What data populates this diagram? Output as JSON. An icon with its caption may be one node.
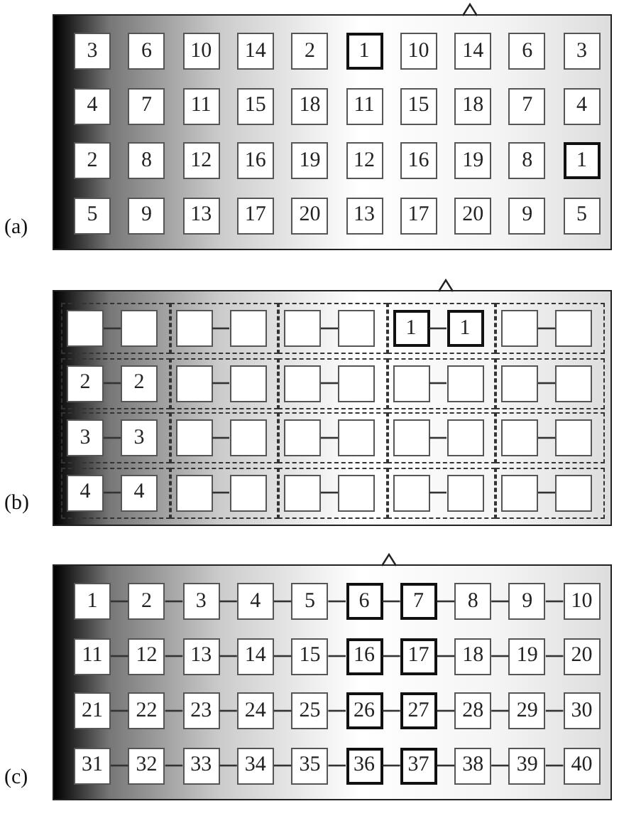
{
  "diagram": {
    "nodes": [
      {
        "text": [],
        "shape": "box",
        "beside": [
          "(a)"
        ]
      },
      {
        "text": [
          "3"
        ],
        "in": 0
      },
      {
        "text": [
          "6"
        ],
        "in": 0
      },
      {
        "text": [
          "10"
        ],
        "in": 0
      },
      {
        "text": [
          "14"
        ],
        "in": 0
      },
      {
        "text": [
          "2"
        ],
        "in": 0
      },
      {
        "text": [
          "1"
        ],
        "in": 0
      },
      {
        "text": [
          "10"
        ],
        "in": 0
      },
      {
        "text": [
          "14"
        ],
        "in": 0
      },
      {
        "text": [
          "6"
        ],
        "in": 0
      },
      {
        "text": [
          "3"
        ],
        "in": 0
      },
      {
        "text": [
          "4"
        ],
        "in": 0
      },
      {
        "text": [
          "7"
        ],
        "in": 0
      },
      {
        "text": [
          "11"
        ],
        "in": 0
      },
      {
        "text": [
          "15"
        ],
        "in": 0
      },
      {
        "text": [
          "18"
        ],
        "in": 0
      },
      {
        "text": [
          "11"
        ],
        "in": 0
      },
      {
        "text": [
          "15"
        ],
        "in": 0
      },
      {
        "text": [
          "18"
        ],
        "in": 0
      },
      {
        "text": [
          "7"
        ],
        "in": 0
      },
      {
        "text": [
          "4"
        ],
        "in": 0
      },
      {
        "text": [
          "2"
        ],
        "in": 0
      },
      {
        "text": [
          "8"
        ],
        "in": 0
      },
      {
        "text": [
          "12"
        ],
        "in": 0
      },
      {
        "text": [
          "16"
        ],
        "in": 0
      },
      {
        "text": [
          "19"
        ],
        "in": 0
      },
      {
        "text": [
          "12"
        ],
        "in": 0
      },
      {
        "text": [
          "16"
        ],
        "in": 0
      },
      {
        "text": [
          "19"
        ],
        "in": 0
      },
      {
        "text": [
          "8"
        ],
        "in": 0
      },
      {
        "text": [
          "1"
        ],
        "in": 0
      },
      {
        "text": [
          "5"
        ],
        "in": 0
      },
      {
        "text": [
          "9"
        ],
        "in": 0
      },
      {
        "text": [
          "13"
        ],
        "in": 0
      },
      {
        "text": [
          "17"
        ],
        "in": 0
      },
      {
        "text": [
          "20"
        ],
        "in": 0
      },
      {
        "text": [
          "13"
        ],
        "in": 0
      },
      {
        "text": [
          "17"
        ],
        "in": 0
      },
      {
        "text": [
          "20"
        ],
        "in": 0
      },
      {
        "text": [
          "9"
        ],
        "in": 0
      },
      {
        "text": [
          "5"
        ],
        "in": 0
      },
      {
        "text": [],
        "shape": "box",
        "beside": [
          "(b)"
        ]
      },
      {
        "text": [],
        "shape": "box",
        "in": 41
      },
      {
        "text": [],
        "shape": "box",
        "in": 42
      },
      {
        "text": [],
        "shape": "box",
        "in": 42
      },
      {
        "text": [],
        "shape": "box",
        "in": 41
      },
      {
        "text": [],
        "shape": "box",
        "in": 45
      },
      {
        "text": [],
        "shape": "box",
        "in": 45
      },
      {
        "text": [],
        "shape": "box",
        "in": 41
      },
      {
        "text": [],
        "shape": "box",
        "in": 48
      },
      {
        "text": [],
        "shape": "box",
        "in": 48
      },
      {
        "text": [],
        "shape": "box",
        "in": 41
      },
      {
        "text": [
          "1"
        ],
        "in": 51
      },
      {
        "text": [
          "1"
        ],
        "in": 51
      },
      {
        "text": [],
        "shape": "box",
        "in": 41
      },
      {
        "text": [],
        "shape": "box",
        "in": 54
      },
      {
        "text": [],
        "shape": "box",
        "in": 54
      },
      {
        "text": [],
        "shape": "box",
        "in": 41
      },
      {
        "text": [
          "2"
        ],
        "in": 57
      },
      {
        "text": [
          "2"
        ],
        "in": 57
      },
      {
        "text": [],
        "shape": "box",
        "in": 41
      },
      {
        "text": [],
        "shape": "box",
        "in": 60
      },
      {
        "text": [],
        "shape": "box",
        "in": 60
      },
      {
        "text": [],
        "shape": "box",
        "in": 41
      },
      {
        "text": [],
        "shape": "box",
        "in": 63
      },
      {
        "text": [],
        "shape": "box",
        "in": 63
      },
      {
        "text": [],
        "shape": "box",
        "in": 41
      },
      {
        "text": [],
        "shape": "box",
        "in": 66
      },
      {
        "text": [],
        "shape": "box",
        "in": 66
      },
      {
        "text": [],
        "shape": "box",
        "in": 41
      },
      {
        "text": [],
        "shape": "box",
        "in": 69
      },
      {
        "text": [],
        "shape": "box",
        "in": 69
      },
      {
        "text": [],
        "shape": "box",
        "in": 41
      },
      {
        "text": [
          "3"
        ],
        "in": 72
      },
      {
        "text": [
          "3"
        ],
        "in": 72
      },
      {
        "text": [],
        "shape": "box",
        "in": 41
      },
      {
        "text": [],
        "shape": "box",
        "in": 75
      },
      {
        "text": [],
        "shape": "box",
        "in": 75
      },
      {
        "text": [],
        "shape": "box",
        "in": 41
      },
      {
        "text": [],
        "shape": "box",
        "in": 78
      },
      {
        "text": [],
        "shape": "box",
        "in": 78
      },
      {
        "text": [],
        "shape": "box",
        "in": 41
      },
      {
        "text": [],
        "shape": "box",
        "in": 81
      },
      {
        "text": [],
        "shape": "box",
        "in": 81
      },
      {
        "text": [],
        "shape": "box",
        "in": 41
      },
      {
        "text": [],
        "shape": "box",
        "in": 84
      },
      {
        "text": [],
        "shape": "box",
        "in": 84
      },
      {
        "text": [],
        "shape": "box",
        "in": 41
      },
      {
        "text": [
          "4"
        ],
        "in": 87
      },
      {
        "text": [
          "4"
        ],
        "in": 87
      },
      {
        "text": [],
        "shape": "box",
        "in": 41
      },
      {
        "text": [],
        "shape": "box",
        "in": 90
      },
      {
        "text": [],
        "shape": "box",
        "in": 90
      },
      {
        "text": [],
        "shape": "box",
        "in": 41
      },
      {
        "text": [],
        "shape": "box",
        "in": 93
      },
      {
        "text": [],
        "shape": "box",
        "in": 93
      },
      {
        "text": [],
        "shape": "box",
        "in": 41
      },
      {
        "text": [],
        "shape": "box",
        "in": 96
      },
      {
        "text": [],
        "shape": "box",
        "in": 96
      },
      {
        "text": [],
        "shape": "box",
        "in": 41
      },
      {
        "text": [],
        "shape": "box",
        "in": 99
      },
      {
        "text": [],
        "shape": "box",
        "in": 99
      },
      {
        "text": [],
        "shape": "box",
        "beside": [
          "(c)"
        ]
      },
      {
        "text": [
          "1"
        ],
        "in": 102
      },
      {
        "text": [
          "2"
        ],
        "in": 102
      },
      {
        "text": [
          "3"
        ],
        "in": 102
      },
      {
        "text": [
          "4"
        ],
        "in": 102
      },
      {
        "text": [
          "5"
        ],
        "in": 102
      },
      {
        "text": [
          "6"
        ],
        "in": 102
      },
      {
        "text": [
          "7"
        ],
        "in": 102
      },
      {
        "text": [
          "8"
        ],
        "in": 102
      },
      {
        "text": [
          "9"
        ],
        "in": 102
      },
      {
        "text": [
          "10"
        ],
        "in": 102
      },
      {
        "text": [
          "11"
        ],
        "in": 102
      },
      {
        "text": [
          "12"
        ],
        "in": 102
      },
      {
        "text": [
          "13"
        ],
        "in": 102
      },
      {
        "text": [
          "14"
        ],
        "in": 102
      },
      {
        "text": [
          "15"
        ],
        "in": 102
      },
      {
        "text": [
          "16"
        ],
        "in": 102
      },
      {
        "text": [
          "17"
        ],
        "in": 102
      },
      {
        "text": [
          "18"
        ],
        "in": 102
      },
      {
        "text": [
          "19"
        ],
        "in": 102
      },
      {
        "text": [
          "20"
        ],
        "in": 102
      },
      {
        "text": [
          "21"
        ],
        "in": 102
      },
      {
        "text": [
          "22"
        ],
        "in": 102
      },
      {
        "text": [
          "23"
        ],
        "in": 102
      },
      {
        "text": [
          "24"
        ],
        "in": 102
      },
      {
        "text": [
          "25"
        ],
        "in": 102
      },
      {
        "text": [
          "26"
        ],
        "in": 102
      },
      {
        "text": [
          "27"
        ],
        "in": 102
      },
      {
        "text": [
          "28"
        ],
        "in": 102
      },
      {
        "text": [
          "29"
        ],
        "in": 102
      },
      {
        "text": [
          "30"
        ],
        "in": 102
      },
      {
        "text": [
          "31"
        ],
        "in": 102
      },
      {
        "text": [
          "32"
        ],
        "in": 102
      },
      {
        "text": [
          "33"
        ],
        "in": 102
      },
      {
        "text": [
          "34"
        ],
        "in": 102
      },
      {
        "text": [
          "35"
        ],
        "in": 102
      },
      {
        "text": [
          "36"
        ],
        "in": 102
      },
      {
        "text": [
          "37"
        ],
        "in": 102
      },
      {
        "text": [
          "38"
        ],
        "in": 102
      },
      {
        "text": [
          "39"
        ],
        "in": 102
      },
      {
        "text": [
          "40"
        ],
        "in": 102
      }
    ],
    "edges": [
      {
        "from": 43,
        "to": 44,
        "arrow": "none"
      },
      {
        "from": 46,
        "to": 47,
        "arrow": "none"
      },
      {
        "from": 49,
        "to": 50,
        "arrow": "none"
      },
      {
        "from": 52,
        "to": 53,
        "arrow": "none"
      },
      {
        "from": 55,
        "to": 56,
        "arrow": "none"
      },
      {
        "from": 58,
        "to": 59,
        "arrow": "none"
      },
      {
        "from": 61,
        "to": 62,
        "arrow": "none"
      },
      {
        "from": 64,
        "to": 65,
        "arrow": "none"
      },
      {
        "from": 67,
        "to": 68,
        "arrow": "none"
      },
      {
        "from": 70,
        "to": 71,
        "arrow": "none"
      },
      {
        "from": 73,
        "to": 74,
        "arrow": "none"
      },
      {
        "from": 76,
        "to": 77,
        "arrow": "none"
      },
      {
        "from": 79,
        "to": 80,
        "arrow": "none"
      },
      {
        "from": 82,
        "to": 83,
        "arrow": "none"
      },
      {
        "from": 85,
        "to": 86,
        "arrow": "none"
      },
      {
        "from": 88,
        "to": 89,
        "arrow": "none"
      },
      {
        "from": 91,
        "to": 92,
        "arrow": "none"
      },
      {
        "from": 94,
        "to": 95,
        "arrow": "none"
      },
      {
        "from": 97,
        "to": 98,
        "arrow": "none"
      },
      {
        "from": 100,
        "to": 101,
        "arrow": "none"
      },
      {
        "from": 103,
        "to": 104,
        "arrow": "none"
      },
      {
        "from": 104,
        "to": 105,
        "arrow": "none"
      },
      {
        "from": 105,
        "to": 106,
        "arrow": "none"
      },
      {
        "from": 106,
        "to": 107,
        "arrow": "none"
      },
      {
        "from": 107,
        "to": 108,
        "arrow": "none"
      },
      {
        "from": 108,
        "to": 109,
        "arrow": "none"
      },
      {
        "from": 109,
        "to": 110,
        "arrow": "none"
      },
      {
        "from": 110,
        "to": 111,
        "arrow": "none"
      },
      {
        "from": 111,
        "to": 112,
        "arrow": "none"
      },
      {
        "from": 113,
        "to": 114,
        "arrow": "none"
      },
      {
        "from": 114,
        "to": 115,
        "arrow": "none"
      },
      {
        "from": 115,
        "to": 116,
        "arrow": "none"
      },
      {
        "from": 116,
        "to": 117,
        "arrow": "none"
      },
      {
        "from": 117,
        "to": 118,
        "arrow": "none"
      },
      {
        "from": 118,
        "to": 119,
        "arrow": "none"
      },
      {
        "from": 119,
        "to": 120,
        "arrow": "none"
      },
      {
        "from": 120,
        "to": 121,
        "arrow": "none"
      },
      {
        "from": 121,
        "to": 122,
        "arrow": "none"
      },
      {
        "from": 123,
        "to": 124,
        "arrow": "none"
      },
      {
        "from": 124,
        "to": 125,
        "arrow": "none"
      },
      {
        "from": 125,
        "to": 126,
        "arrow": "none"
      },
      {
        "from": 126,
        "to": 127,
        "arrow": "none"
      },
      {
        "from": 127,
        "to": 128,
        "arrow": "none"
      },
      {
        "from": 128,
        "to": 129,
        "arrow": "none"
      },
      {
        "from": 129,
        "to": 130,
        "arrow": "none"
      },
      {
        "from": 130,
        "to": 131,
        "arrow": "none"
      },
      {
        "from": 131,
        "to": 132,
        "arrow": "none"
      },
      {
        "from": 133,
        "to": 134,
        "arrow": "none"
      },
      {
        "from": 134,
        "to": 135,
        "arrow": "none"
      },
      {
        "from": 135,
        "to": 136,
        "arrow": "none"
      },
      {
        "from": 136,
        "to": 137,
        "arrow": "none"
      },
      {
        "from": 137,
        "to": 138,
        "arrow": "none"
      },
      {
        "from": 138,
        "to": 139,
        "arrow": "none"
      },
      {
        "from": 139,
        "to": 140,
        "arrow": "none"
      },
      {
        "from": 140,
        "to": 141,
        "arrow": "none"
      },
      {
        "from": 141,
        "to": 142,
        "arrow": "none"
      }
    ]
  }
}
